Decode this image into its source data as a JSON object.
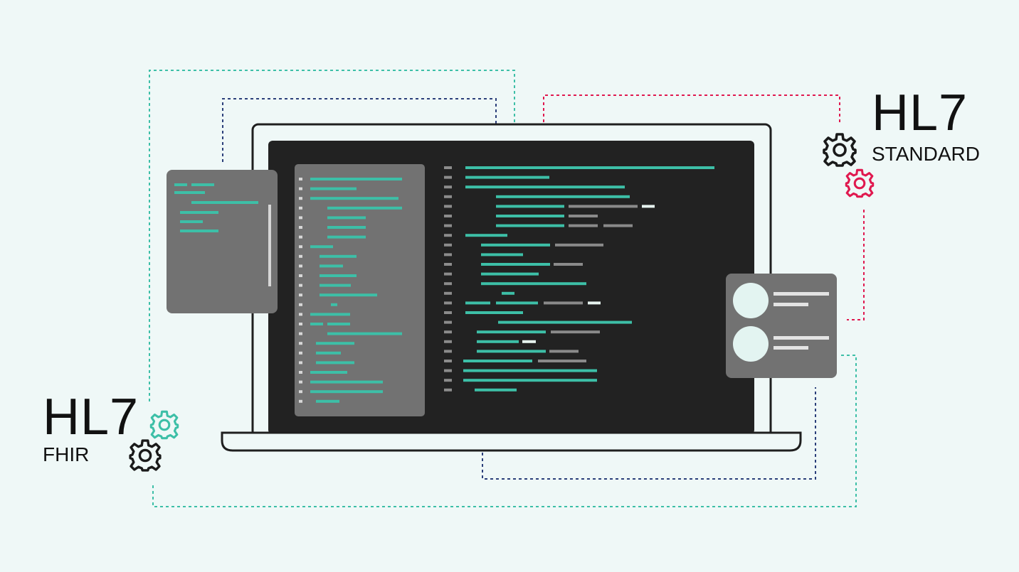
{
  "labels": {
    "top_right": {
      "title": "HL7",
      "subtitle": "STANDARD"
    },
    "bottom_left": {
      "title": "HL7",
      "subtitle": "FHIR"
    }
  },
  "icons": {
    "top_right": [
      "gear-icon",
      "gear-icon"
    ],
    "bottom_left": [
      "gear-icon",
      "gear-icon"
    ]
  },
  "colors": {
    "background": "#eff8f7",
    "laptop_outline": "#1f1f1f",
    "screen": "#222222",
    "panel": "#727272",
    "code_teal": "#3dbfa7",
    "code_gray": "#8a8a8a",
    "code_white": "#e6f3ef",
    "connector_teal": "#3dbfa7",
    "connector_navy": "#2b3f7a",
    "connector_pink": "#e0194f",
    "gear_dark": "#1a1a1a",
    "gear_pink": "#e0194f",
    "gear_teal": "#3dbfa7"
  }
}
